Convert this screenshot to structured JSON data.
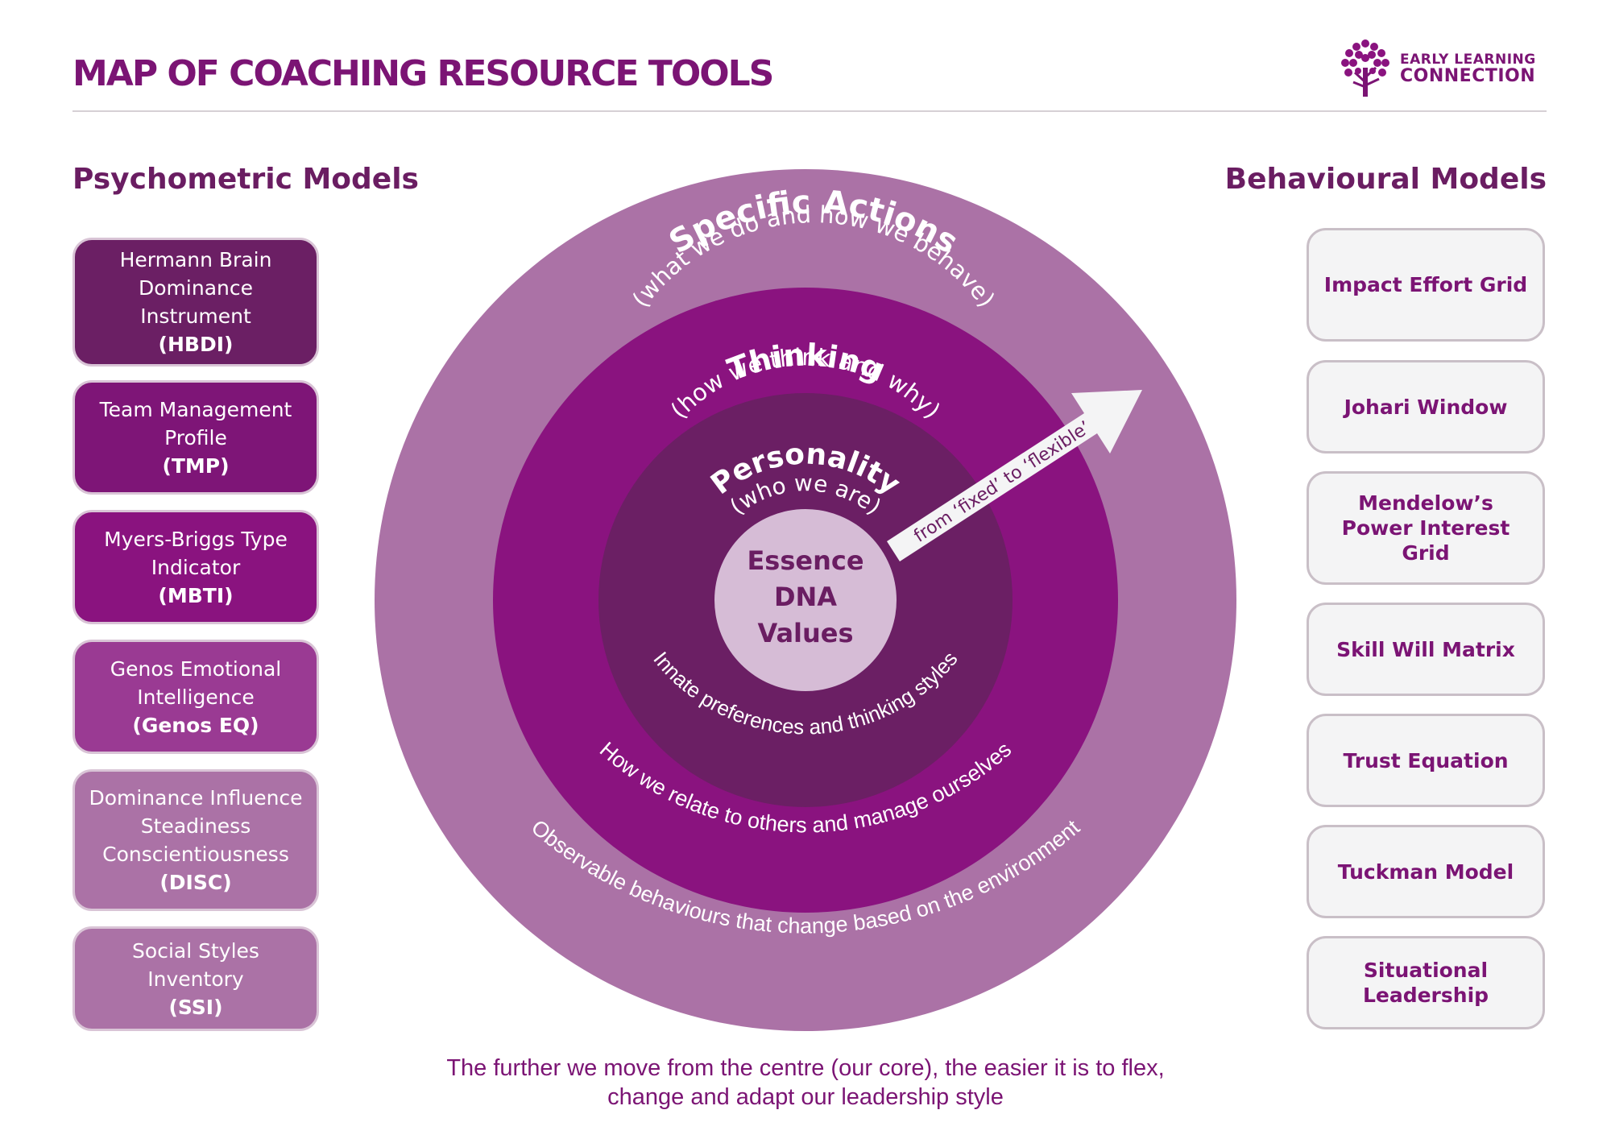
{
  "header": {
    "title": "MAP OF COACHING RESOURCE TOOLS",
    "logo_line1": "EARLY LEARNING",
    "logo_line2": "CONNECTION"
  },
  "psychometric": {
    "heading": "Psychometric Models",
    "items": [
      {
        "lines": [
          "Hermann Brain",
          "Dominance Instrument"
        ],
        "abbr": "(HBDI)",
        "color": "#6b1f64"
      },
      {
        "lines": [
          "Team Management",
          "Profile"
        ],
        "abbr": "(TMP)",
        "color": "#7e1577"
      },
      {
        "lines": [
          "Myers-Briggs Type",
          "Indicator"
        ],
        "abbr": "(MBTI)",
        "color": "#8a137f"
      },
      {
        "lines": [
          "Genos Emotional",
          "Intelligence"
        ],
        "abbr": "(Genos EQ)",
        "color": "#9a3a93"
      },
      {
        "lines": [
          "Dominance Influence",
          "Steadiness",
          "Conscientiousness"
        ],
        "abbr": "(DISC)",
        "color": "#ab72a6"
      },
      {
        "lines": [
          "Social Styles Inventory"
        ],
        "abbr": "(SSI)",
        "color": "#ab72a6"
      }
    ]
  },
  "behavioural": {
    "heading": "Behavioural Models",
    "items": [
      "Impact Effort Grid",
      "Johari Window",
      "Mendelow’s Power Interest Grid",
      "Skill Will Matrix",
      "Trust Equation",
      "Tuckman Model",
      "Situational Leadership"
    ]
  },
  "diagram": {
    "outer": {
      "title": "Specific Actions",
      "subtitle": "(what we do and how we behave)",
      "arc_text": "Observable behaviours that change based on the environment",
      "color": "#ab72a6"
    },
    "thinking": {
      "title": "Thinking",
      "subtitle": "(how we think and why)",
      "arc_text": "How we relate to others and manage ourselves",
      "color": "#8a137f"
    },
    "personality": {
      "title": "Personality",
      "subtitle": "(who we are)",
      "arc_text": "Innate preferences and thinking styles",
      "color": "#6b1f64"
    },
    "core": {
      "lines": [
        "Essence",
        "DNA",
        "Values"
      ],
      "color": "#d6bcd6"
    },
    "arrow_label": "from ‘fixed’ to ‘flexible’"
  },
  "footer": {
    "line1": "The further we move from the centre (our core), the easier it is to flex,",
    "line2": "change and adapt our leadership style"
  }
}
